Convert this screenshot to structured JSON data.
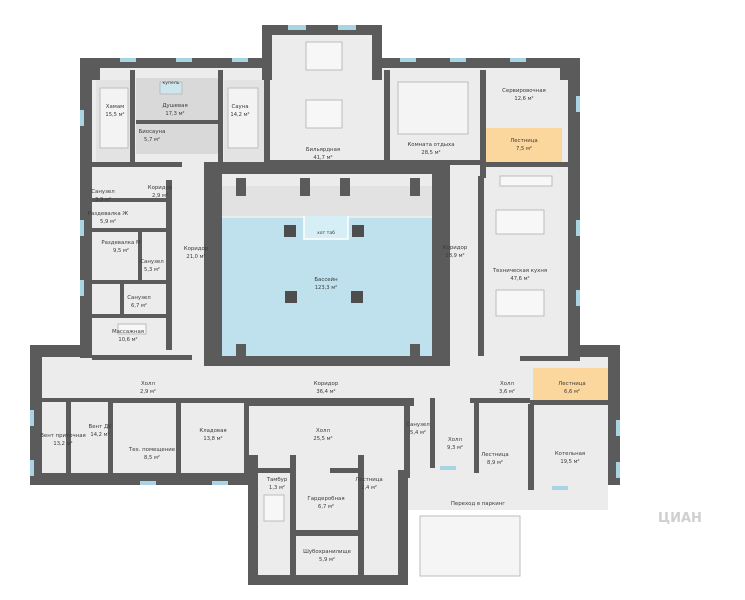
{
  "rooms": {
    "hamam": {
      "name": "Хамам",
      "area": "15,5 м²"
    },
    "shower": {
      "name": "Душевая",
      "area": "17,3 м²"
    },
    "sauna": {
      "name": "Сауна",
      "area": "14,2 м²"
    },
    "kupel": {
      "name": "купель"
    },
    "biosauna": {
      "name": "Биосауна",
      "area": "5,7 м²"
    },
    "billiard": {
      "name": "Бильярдная",
      "area": "41,7 м²"
    },
    "rest": {
      "name": "Комната отдыха",
      "area": "28,5 м²"
    },
    "serving": {
      "name": "Сервировочная",
      "area": "12,6 м²"
    },
    "stair_ne": {
      "name": "Лестница",
      "area": "7,5 м²"
    },
    "wc1": {
      "name": "Санузел",
      "area": "3,9 м²"
    },
    "corr_small": {
      "name": "Коридор",
      "area": "2,9 м²"
    },
    "dress_f": {
      "name": "Раздевалка Ж",
      "area": "5,9 м²"
    },
    "dress_m": {
      "name": "Раздевалка М",
      "area": "9,5 м²"
    },
    "wc2": {
      "name": "Санузел",
      "area": "5,3 м²"
    },
    "wc3": {
      "name": "Санузел",
      "area": "6,7 м²"
    },
    "massage": {
      "name": "Массажная",
      "area": "10,6 м²"
    },
    "corr_w": {
      "name": "Коридор",
      "area": "21,0 м²"
    },
    "hottub": {
      "name": "хот таб"
    },
    "pool": {
      "name": "Бассейн",
      "area": "123,3 м²"
    },
    "corr_e": {
      "name": "Коридор",
      "area": "18,9 м²"
    },
    "kitchen": {
      "name": "Техническая кухня",
      "area": "47,6 м²"
    },
    "hall_w": {
      "name": "Холл",
      "area": "2,9 м²"
    },
    "corr_s": {
      "name": "Коридор",
      "area": "36,4 м²"
    },
    "hall_e": {
      "name": "Холл",
      "area": "3,6 м²"
    },
    "stair_e": {
      "name": "Лестница",
      "area": "6,6 м²"
    },
    "vent_supply": {
      "name": "Вент приточная",
      "area": "13,2 м²"
    },
    "vent_du": {
      "name": "Вент ДУ",
      "area": "14,2 м²"
    },
    "tech": {
      "name": "Тех. помещение",
      "area": "8,5 м²"
    },
    "pantry": {
      "name": "Кладовая",
      "area": "13,8 м²"
    },
    "hall_c": {
      "name": "Холл",
      "area": "25,5 м²"
    },
    "wc4": {
      "name": "Санузел",
      "area": "5,4 м²"
    },
    "hall_se": {
      "name": "Холл",
      "area": "9,3 м²"
    },
    "stair_se": {
      "name": "Лестница",
      "area": "8,9 м²"
    },
    "boiler": {
      "name": "Котельная",
      "area": "19,5 м²"
    },
    "vestibule": {
      "name": "Тамбур",
      "area": "1,3 м²"
    },
    "wardrobe": {
      "name": "Гардеробная",
      "area": "6,7 м²"
    },
    "stair_s": {
      "name": "Лестница",
      "area": "2,4 м²"
    },
    "shoe": {
      "name": "Шубохранилище",
      "area": "5,9 м²"
    },
    "parking": {
      "name": "Переход в паркинг"
    }
  },
  "watermark": "ЦИАН",
  "colors": {
    "wall": "#5b5b5b",
    "floor": "#ececec",
    "window": "#a9d4e2",
    "pool": "#bfe1ee",
    "stair_highlight": "#fbd79e",
    "wet_zone": "#d9d9d9"
  }
}
